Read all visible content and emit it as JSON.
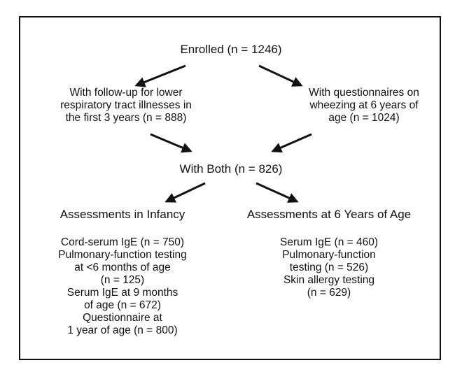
{
  "diagram": {
    "enrolled": "Enrolled (n = 1246)",
    "followup_lines": [
      "With follow-up for lower",
      "respiratory tract illnesses in",
      "the first 3 years (n = 888)"
    ],
    "questionnaire_lines": [
      "With questionnaires on",
      "wheezing at 6 years of",
      "age (n = 1024)"
    ],
    "with_both": "With Both (n = 826)",
    "infancy": {
      "heading": "Assessments in Infancy",
      "lines": [
        "Cord-serum IgE (n = 750)",
        "Pulmonary-function testing",
        "at <6 months of age",
        "(n = 125)",
        "Serum IgE at 9 months",
        "of age (n = 672)",
        "Questionnaire at",
        "1 year of age (n = 800)"
      ]
    },
    "six_years": {
      "heading": "Assessments at 6 Years of Age",
      "lines": [
        "Serum IgE (n = 460)",
        "Pulmonary-function",
        "testing (n = 526)",
        "Skin allergy testing",
        "(n = 629)"
      ]
    }
  }
}
